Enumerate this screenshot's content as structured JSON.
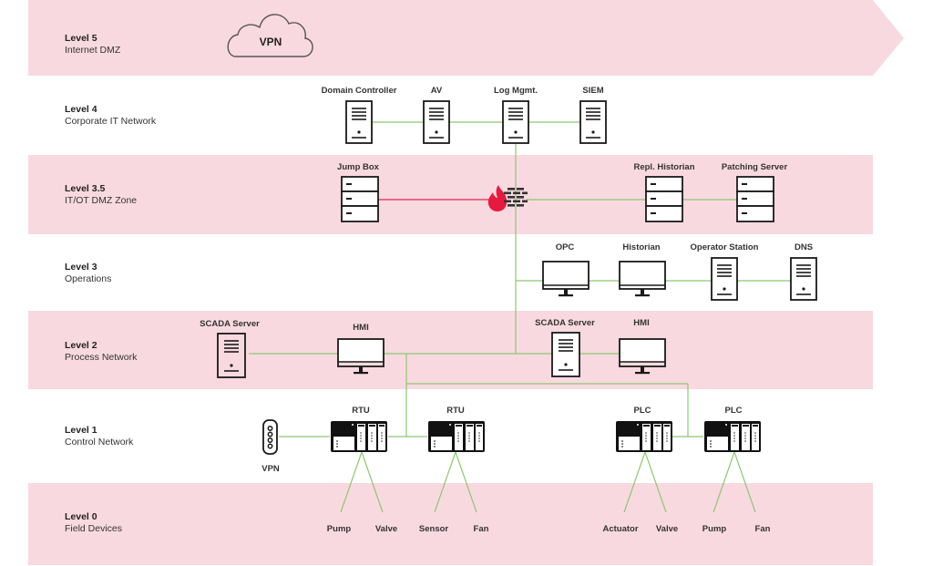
{
  "levels": [
    {
      "id": "level-5",
      "name": "Level 5",
      "desc": "Internet DMZ"
    },
    {
      "id": "level-4",
      "name": "Level 4",
      "desc": "Corporate IT Network"
    },
    {
      "id": "level-3-5",
      "name": "Level 3.5",
      "desc": "IT/OT DMZ Zone"
    },
    {
      "id": "level-3",
      "name": "Level 3",
      "desc": "Operations"
    },
    {
      "id": "level-2",
      "name": "Level 2",
      "desc": "Process Network"
    },
    {
      "id": "level-1",
      "name": "Level 1",
      "desc": "Control Network"
    },
    {
      "id": "level-0",
      "name": "Level 0",
      "desc": "Field Devices"
    }
  ],
  "level5": {
    "vpn_cloud": "VPN"
  },
  "level4": {
    "domain_controller": "Domain Controller",
    "av": "AV",
    "log_mgmt": "Log Mgmt.",
    "siem": "SIEM"
  },
  "level35": {
    "jump_box": "Jump Box",
    "repl_historian": "Repl. Historian",
    "patching_server": "Patching Server"
  },
  "level3": {
    "opc": "OPC",
    "historian": "Historian",
    "operator_station": "Operator Station",
    "dns": "DNS"
  },
  "level2": {
    "scada_server_a": "SCADA Server",
    "hmi_a": "HMI",
    "scada_server_b": "SCADA Server",
    "hmi_b": "HMI"
  },
  "level1": {
    "vpn": "VPN",
    "rtu_a": "RTU",
    "rtu_b": "RTU",
    "plc_a": "PLC",
    "plc_b": "PLC"
  },
  "level0": {
    "devices": [
      "Pump",
      "Valve",
      "Sensor",
      "Fan",
      "Actuator",
      "Valve",
      "Pump",
      "Fan"
    ]
  },
  "colors": {
    "band_pink": "#f9d9e0",
    "link_green": "#8cc870",
    "link_red": "#e0264f",
    "firewall_flame": "#e8193f",
    "icon_stroke": "#1a1a1a"
  }
}
